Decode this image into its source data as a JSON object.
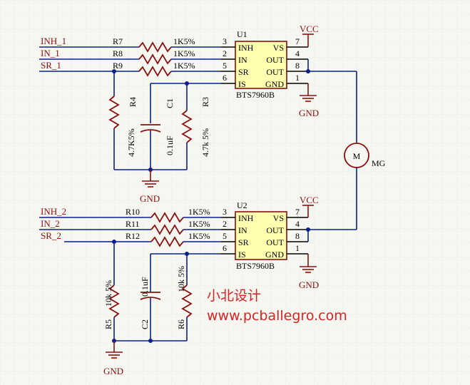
{
  "nets": {
    "inh1": "INH_1",
    "in1": "IN_1",
    "sr1": "SR_1",
    "inh2": "INH_2",
    "in2": "IN_2",
    "sr2": "SR_2"
  },
  "u1": {
    "designator": "U1",
    "part": "BTS7960B"
  },
  "u2": {
    "designator": "U2",
    "part": "BTS7960B"
  },
  "chip_pins_left": [
    "INH",
    "IN",
    "SR",
    "IS"
  ],
  "chip_pins_right": [
    "VS",
    "OUT",
    "OUT",
    "GND"
  ],
  "pin_numbers_left": [
    "3",
    "2",
    "5",
    "6"
  ],
  "pin_numbers_right": [
    "7",
    "4",
    "8",
    "1"
  ],
  "resistors": {
    "r7": {
      "ref": "R7",
      "value": "1K5%"
    },
    "r8": {
      "ref": "R8",
      "value": "1K5%"
    },
    "r9": {
      "ref": "R9",
      "value": "1K5%"
    },
    "r10": {
      "ref": "R10",
      "value": "1K5%"
    },
    "r11": {
      "ref": "R11",
      "value": "1K5%"
    },
    "r12": {
      "ref": "R12",
      "value": "1K5%"
    },
    "r4": {
      "ref": "R4",
      "value": "4.7K5%"
    },
    "r3": {
      "ref": "R3",
      "value": "4.7k 5%"
    },
    "r5": {
      "ref": "R5",
      "value": "10k 5%"
    },
    "r6": {
      "ref": "R6",
      "value": "10k 5%"
    }
  },
  "capacitors": {
    "c1": {
      "ref": "C1",
      "value": "0.1uF"
    },
    "c2": {
      "ref": "C2",
      "value": "0.1uF"
    }
  },
  "power": {
    "vcc": "VCC",
    "gnd": "GND"
  },
  "motor": {
    "symbol": "M",
    "ref": "MG"
  },
  "watermark": {
    "line1": "小北设计",
    "line2": "www.pcballegro.com"
  },
  "colors": {
    "wire": "#0a1e8c",
    "component": "#8a1010",
    "chip_fill": "#ffffb0",
    "grid": "#e6e6df",
    "background": "#f7f7f2",
    "watermark": "#e02020"
  }
}
